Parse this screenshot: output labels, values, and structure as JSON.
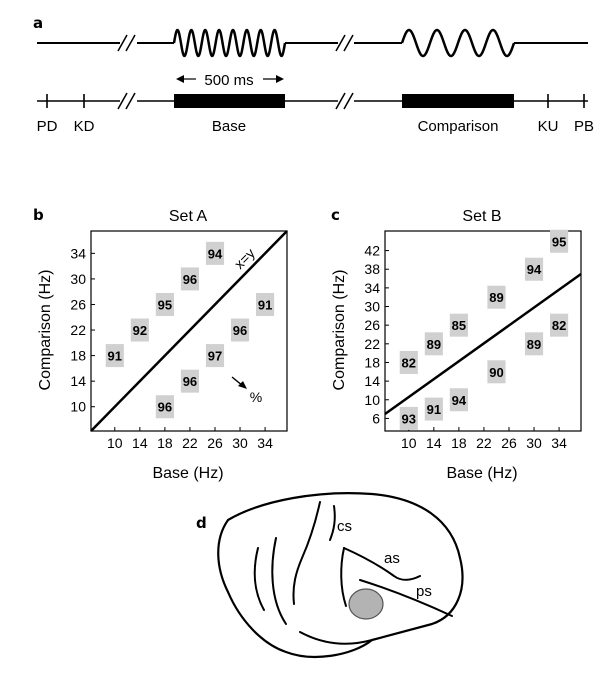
{
  "panel_a": {
    "letter": "a",
    "duration_label": "500 ms",
    "events": [
      "PD",
      "KD",
      "Base",
      "Comparison",
      "KU",
      "PB"
    ]
  },
  "panel_d": {
    "letter": "d",
    "sulci": [
      "cs",
      "as",
      "ps"
    ]
  },
  "chart_data": [
    {
      "panel": "b",
      "type": "scatter",
      "title": "Set A",
      "xlabel": "Base (Hz)",
      "ylabel": "Comparison (Hz)",
      "xticks": [
        10,
        14,
        18,
        22,
        26,
        30,
        34
      ],
      "yticks": [
        10,
        14,
        18,
        22,
        26,
        30,
        34
      ],
      "xlim": [
        6.2,
        37.5
      ],
      "ylim": [
        6.2,
        37.5
      ],
      "diagonal_label": "x=y",
      "arrow_label": "%",
      "points": [
        {
          "x": 10,
          "y": 18,
          "value": 91
        },
        {
          "x": 14,
          "y": 22,
          "value": 92
        },
        {
          "x": 18,
          "y": 26,
          "value": 95
        },
        {
          "x": 22,
          "y": 30,
          "value": 96
        },
        {
          "x": 26,
          "y": 34,
          "value": 94
        },
        {
          "x": 34,
          "y": 26,
          "value": 91
        },
        {
          "x": 30,
          "y": 22,
          "value": 96
        },
        {
          "x": 26,
          "y": 18,
          "value": 97
        },
        {
          "x": 22,
          "y": 14,
          "value": 96
        },
        {
          "x": 18,
          "y": 10,
          "value": 96
        }
      ]
    },
    {
      "panel": "c",
      "type": "scatter",
      "title": "Set B",
      "xlabel": "Base (Hz)",
      "ylabel": "Comparison (Hz)",
      "xticks": [
        10,
        14,
        18,
        22,
        26,
        30,
        34
      ],
      "yticks": [
        6,
        10,
        14,
        18,
        22,
        26,
        30,
        34,
        38,
        42
      ],
      "xlim": [
        6.2,
        37.5
      ],
      "ylim": [
        3.3,
        46.2
      ],
      "points": [
        {
          "x": 10,
          "y": 6,
          "value": 93
        },
        {
          "x": 14,
          "y": 8,
          "value": 91
        },
        {
          "x": 18,
          "y": 10,
          "value": 94
        },
        {
          "x": 10,
          "y": 18,
          "value": 82
        },
        {
          "x": 14,
          "y": 22,
          "value": 89
        },
        {
          "x": 18,
          "y": 26,
          "value": 85
        },
        {
          "x": 24,
          "y": 32,
          "value": 89
        },
        {
          "x": 30,
          "y": 38,
          "value": 94
        },
        {
          "x": 34,
          "y": 44,
          "value": 95
        },
        {
          "x": 24,
          "y": 16,
          "value": 90
        },
        {
          "x": 30,
          "y": 22,
          "value": 89
        },
        {
          "x": 34,
          "y": 26,
          "value": 82
        }
      ]
    }
  ]
}
